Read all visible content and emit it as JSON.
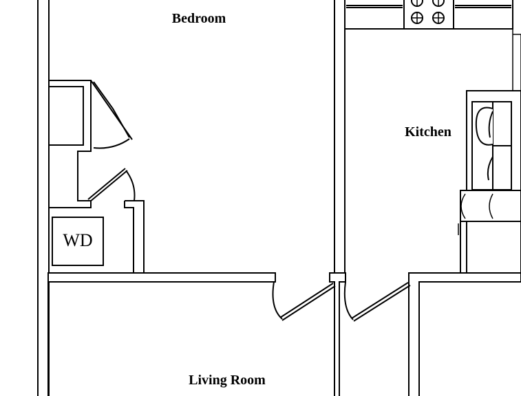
{
  "plan": {
    "rooms": {
      "bedroom": "Bedroom",
      "kitchen": "Kitchen",
      "living_room": "Living Room"
    },
    "appliances": {
      "washer_dryer": "WD"
    }
  },
  "colors": {
    "line": "#000000",
    "background": "#ffffff"
  }
}
